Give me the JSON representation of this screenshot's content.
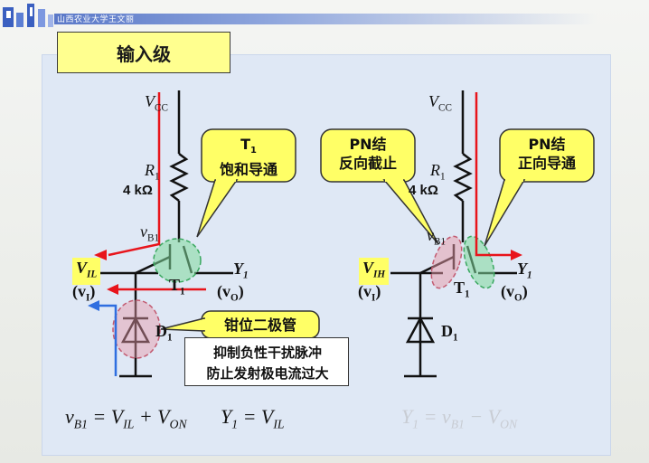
{
  "header": {
    "school_text": "山西农业大学王文丽"
  },
  "title": "输入级",
  "circuit_left": {
    "vcc": "V",
    "vcc_sub": "CC",
    "r_label": "R",
    "r_sub": "1",
    "r_value": "4 kΩ",
    "vb_label": "v",
    "vb_sub": "B1",
    "input_label": "V",
    "input_sub": "IL",
    "input_var": "(v",
    "input_var_sub": "I",
    "input_var_close": ")",
    "output_label": "Y",
    "output_sub": "1",
    "output_var": "(v",
    "output_var_sub": "O",
    "output_var_close": ")",
    "transistor": "T",
    "transistor_sub": "1",
    "diode": "D",
    "diode_sub": "1",
    "callout_t1_line1": "T",
    "callout_t1_sub": "1",
    "callout_t1_line2": "饱和导通",
    "callout_diode": "钳位二极管",
    "note_line1": "抑制负性干扰脉冲",
    "note_line2": "防止发射极电流过大"
  },
  "circuit_right": {
    "vcc": "V",
    "vcc_sub": "CC",
    "r_label": "R",
    "r_sub": "1",
    "r_value": "4 kΩ",
    "vb_label": "v",
    "vb_sub": "B1",
    "input_label": "V",
    "input_sub": "IH",
    "input_var": "(v",
    "input_var_sub": "I",
    "input_var_close": ")",
    "output_label": "Y",
    "output_sub": "1",
    "output_var": "(v",
    "output_var_sub": "O",
    "output_var_close": ")",
    "transistor": "T",
    "transistor_sub": "1",
    "diode": "D",
    "diode_sub": "1",
    "callout_reverse_line1": "PN结",
    "callout_reverse_line2": "反向截止",
    "callout_forward_line1": "PN结",
    "callout_forward_line2": "正向导通"
  },
  "formulas": {
    "left_a": "v",
    "left_a_sub": "B1",
    "left_b": " = V",
    "left_b_sub": "IL",
    "left_c": " + V",
    "left_c_sub": "ON",
    "left_d": "Y",
    "left_d_sub": "1",
    "left_e": " = V",
    "left_e_sub": "IL",
    "right_a": "Y",
    "right_a_sub": "1",
    "right_b": " = v",
    "right_b_sub": "B1",
    "right_c": " − V",
    "right_c_sub": "ON"
  },
  "colors": {
    "red": "#e8141b",
    "blue": "#2f6ee0",
    "highlight": "#ffff66",
    "green": "#7fd99a",
    "pink": "#e89aa8"
  }
}
